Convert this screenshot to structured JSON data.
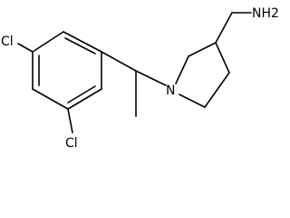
{
  "molecule": {
    "labels": {
      "cl_top": "Cl",
      "cl_bottom": "Cl",
      "nitrogen": "N",
      "amine": "NH2"
    }
  }
}
